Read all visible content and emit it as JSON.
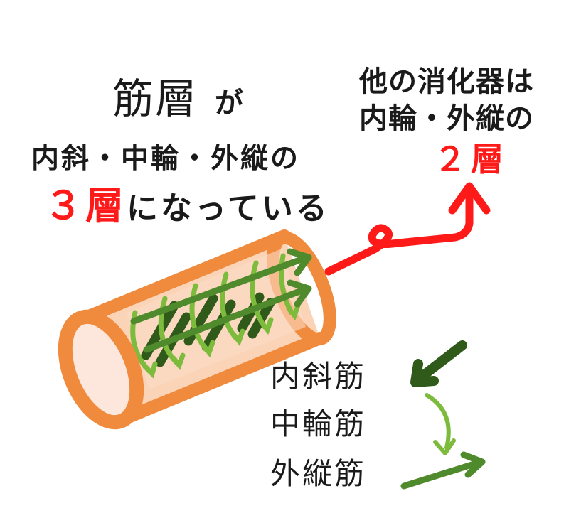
{
  "left_text": {
    "title_kanji": "筋層",
    "title_particle": "が",
    "layers_line": "内斜・中輪・外縦の",
    "count_number": "３",
    "count_unit": "層",
    "count_suffix": "になっている"
  },
  "right_text": {
    "line1": "他の消化器は",
    "line2": "内輪・外縦の",
    "count": "２層"
  },
  "legend": {
    "oblique": "内斜筋",
    "circular": "中輪筋",
    "longitudinal": "外縦筋"
  },
  "colors": {
    "accent_red": "#ff1a1a",
    "tube_orange": "#f08a3c",
    "tube_fill": "#fbd4b8",
    "lumen_pink": "#fde6dc",
    "dark_green": "#2f5a1a",
    "mid_green": "#4f8a2c",
    "light_green": "#7dbb3c"
  }
}
